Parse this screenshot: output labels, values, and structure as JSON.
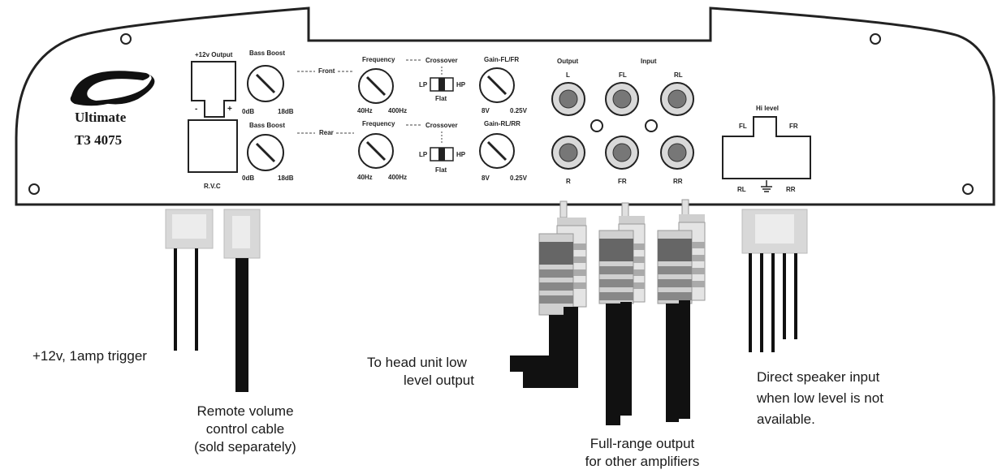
{
  "brand": {
    "name": "Ultimate",
    "model": "T3 4075"
  },
  "panel": {
    "v12_output": "+12v Output",
    "minus": "-",
    "plus": "+",
    "rvc": "R.V.C",
    "front": "Front",
    "rear": "Rear",
    "bass_boost": "Bass Boost",
    "bb_min": "0dB",
    "bb_max": "18dB",
    "frequency": "Frequency",
    "freq_min": "40Hz",
    "freq_max": "400Hz",
    "crossover": "Crossover",
    "lp": "LP",
    "hp": "HP",
    "flat": "Flat",
    "gain_front": "Gain-FL/FR",
    "gain_rear": "Gain-RL/RR",
    "gain_min": "8V",
    "gain_max": "0.25V",
    "output": "Output",
    "input": "Input",
    "out_l": "L",
    "out_r": "R",
    "in_fl": "FL",
    "in_rl": "RL",
    "in_fr": "FR",
    "in_rr": "RR",
    "hi_level": "Hi level",
    "hl_fl": "FL",
    "hl_fr": "FR",
    "hl_rl": "RL",
    "hl_rr": "RR"
  },
  "callouts": {
    "trigger": "+12v, 1amp trigger",
    "remote_1": "Remote volume",
    "remote_2": "control cable",
    "remote_3": "(sold separately)",
    "head_1": "To head unit low",
    "head_2": "level output",
    "full_1": "Full-range output",
    "full_2": "for other amplifiers",
    "speaker_1": "Direct speaker input",
    "speaker_2": "when low level is not",
    "speaker_3": "available."
  }
}
